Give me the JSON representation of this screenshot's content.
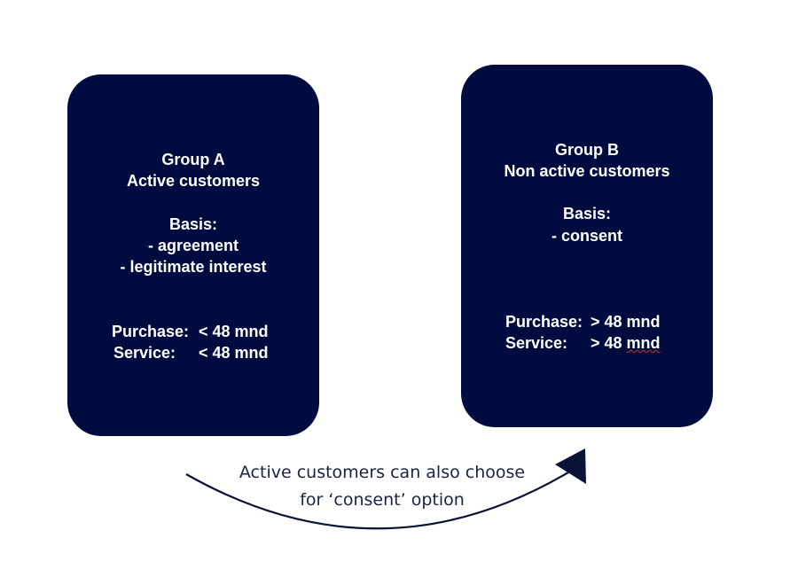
{
  "colors": {
    "card_fill": "#000c3f",
    "card_text": "#ffffff",
    "caption_text": "#1c2246",
    "arrow": "#0a1236"
  },
  "group_a": {
    "title": "Group A",
    "subtitle": "Active customers",
    "basis_label": "Basis:",
    "basis_items": [
      "- agreement",
      "- legitimate interest"
    ],
    "purchase_label": "Purchase:",
    "purchase_value": "< 48 mnd",
    "service_label": "Service:",
    "service_value": "< 48 mnd"
  },
  "group_b": {
    "title": "Group B",
    "subtitle": "Non active customers",
    "basis_label": "Basis:",
    "basis_items": [
      "- consent"
    ],
    "purchase_label": "Purchase:",
    "purchase_value": "> 48 mnd",
    "service_label": "Service:",
    "service_value": "> 48 mnd"
  },
  "connector": {
    "caption_line_1": "Active customers can also choose",
    "caption_line_2": "for ‘consent’ option",
    "arrow_icon": "curved-arrow-icon"
  }
}
